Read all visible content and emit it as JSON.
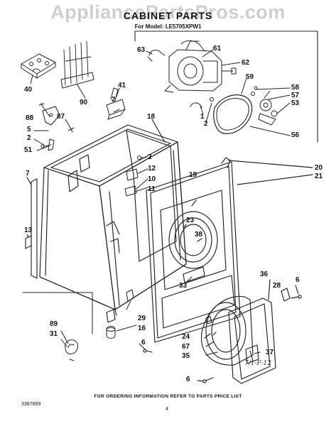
{
  "header": {
    "watermark": "AppliancePartsPros.com",
    "title": "CABINET PARTS",
    "model_line": "For Model: LE5705XPW1"
  },
  "callouts": [
    {
      "id": "c40",
      "label": "40"
    },
    {
      "id": "c90",
      "label": "90"
    },
    {
      "id": "c41",
      "label": "41"
    },
    {
      "id": "c2a",
      "label": "2"
    },
    {
      "id": "c88",
      "label": "88"
    },
    {
      "id": "c87",
      "label": "87"
    },
    {
      "id": "c5",
      "label": "5"
    },
    {
      "id": "c2b",
      "label": "2"
    },
    {
      "id": "c51",
      "label": "51"
    },
    {
      "id": "c7",
      "label": "7"
    },
    {
      "id": "c13",
      "label": "13"
    },
    {
      "id": "c18",
      "label": "18"
    },
    {
      "id": "c63",
      "label": "63"
    },
    {
      "id": "c61",
      "label": "61"
    },
    {
      "id": "c62",
      "label": "62"
    },
    {
      "id": "c1",
      "label": "1"
    },
    {
      "id": "c2c",
      "label": "2"
    },
    {
      "id": "c59",
      "label": "59"
    },
    {
      "id": "c58",
      "label": "58"
    },
    {
      "id": "c57",
      "label": "57"
    },
    {
      "id": "c53",
      "label": "53"
    },
    {
      "id": "c56",
      "label": "56"
    },
    {
      "id": "c2d",
      "label": "2"
    },
    {
      "id": "c12",
      "label": "12"
    },
    {
      "id": "c10",
      "label": "10"
    },
    {
      "id": "c11",
      "label": "11"
    },
    {
      "id": "c19",
      "label": "19"
    },
    {
      "id": "c20",
      "label": "20"
    },
    {
      "id": "c21",
      "label": "21"
    },
    {
      "id": "c23",
      "label": "23"
    },
    {
      "id": "c38",
      "label": "38"
    },
    {
      "id": "c33",
      "label": "33"
    },
    {
      "id": "c6a",
      "label": "6"
    },
    {
      "id": "c28",
      "label": "28"
    },
    {
      "id": "c36",
      "label": "36"
    },
    {
      "id": "c29",
      "label": "29"
    },
    {
      "id": "c16",
      "label": "16"
    },
    {
      "id": "c89",
      "label": "89"
    },
    {
      "id": "c31",
      "label": "31"
    },
    {
      "id": "c6b",
      "label": "6"
    },
    {
      "id": "c24",
      "label": "24"
    },
    {
      "id": "c67",
      "label": "67"
    },
    {
      "id": "c35",
      "label": "35"
    },
    {
      "id": "c37",
      "label": "37"
    },
    {
      "id": "c6c",
      "label": "6"
    }
  ],
  "footer": {
    "ordering_note": "FOR ORDERING INFORMATION REFER TO PARTS PRICE LIST",
    "document_number": "3387859",
    "page_number": "4",
    "handwritten_note": "7/1-F-12"
  }
}
